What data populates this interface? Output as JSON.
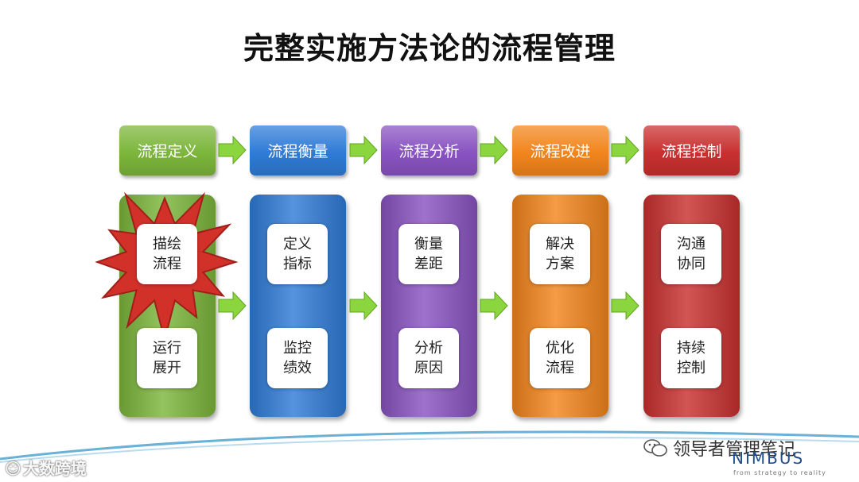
{
  "title": "完整实施方法论的流程管理",
  "stages": [
    {
      "label": "流程定义",
      "color": "#7cb63b",
      "cards": [
        "描绘\n流程",
        "运行\n展开"
      ],
      "highlighted": true
    },
    {
      "label": "流程衡量",
      "color": "#2f7bd6",
      "cards": [
        "定义\n指标",
        "监控\n绩效"
      ]
    },
    {
      "label": "流程分析",
      "color": "#8953c1",
      "cards": [
        "衡量\n差距",
        "分析\n原因"
      ]
    },
    {
      "label": "流程改进",
      "color": "#f2851c",
      "cards": [
        "解决\n方案",
        "优化\n流程"
      ]
    },
    {
      "label": "流程控制",
      "color": "#c8302f",
      "cards": [
        "沟通\n协同",
        "持续\n控制"
      ]
    }
  ],
  "arrow_color": "#8bd53e",
  "star_color": "#d2312a",
  "watermark_left": "大数跨境",
  "watermark_right": "领导者管理笔记",
  "brand": "NIMBUS",
  "brand_tagline": "from strategy to reality"
}
